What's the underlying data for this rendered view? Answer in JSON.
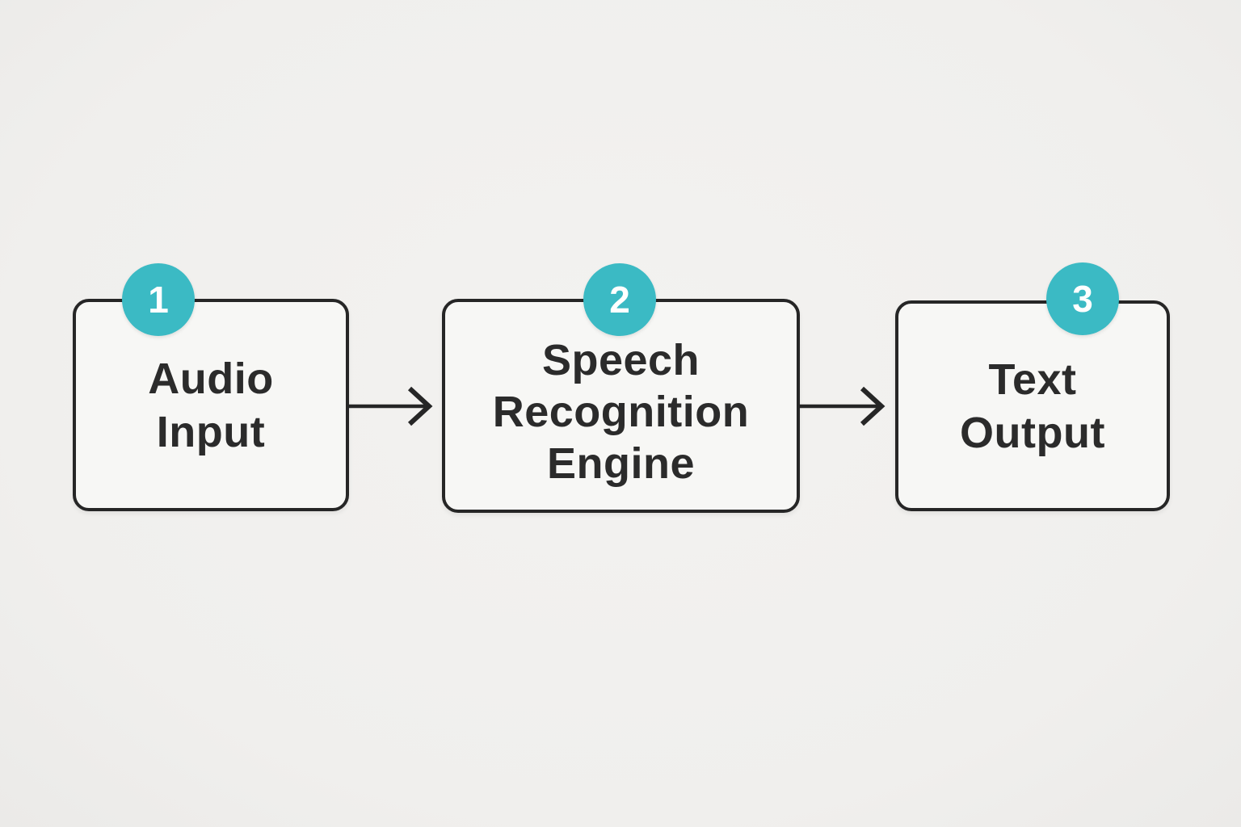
{
  "diagram": {
    "type": "flowchart",
    "direction": "left-to-right",
    "colors": {
      "background": "#f0efed",
      "box_fill": "#f7f7f5",
      "stroke": "#262626",
      "badge_fill": "#3bbac4",
      "badge_text": "#ffffff",
      "label_text": "#2b2b2b"
    },
    "steps": [
      {
        "number": "1",
        "label": "Audio Input",
        "lines": [
          "Audio",
          "Input"
        ]
      },
      {
        "number": "2",
        "label": "Speech Recognition Engine",
        "lines": [
          "Speech",
          "Recognition",
          "Engine"
        ]
      },
      {
        "number": "3",
        "label": "Text Output",
        "lines": [
          "Text",
          "Output"
        ]
      }
    ],
    "connectors": [
      {
        "name": "arrow-right",
        "from": "Audio Input",
        "to": "Speech Recognition Engine"
      },
      {
        "name": "arrow-right",
        "from": "Speech Recognition Engine",
        "to": "Text Output"
      }
    ]
  }
}
